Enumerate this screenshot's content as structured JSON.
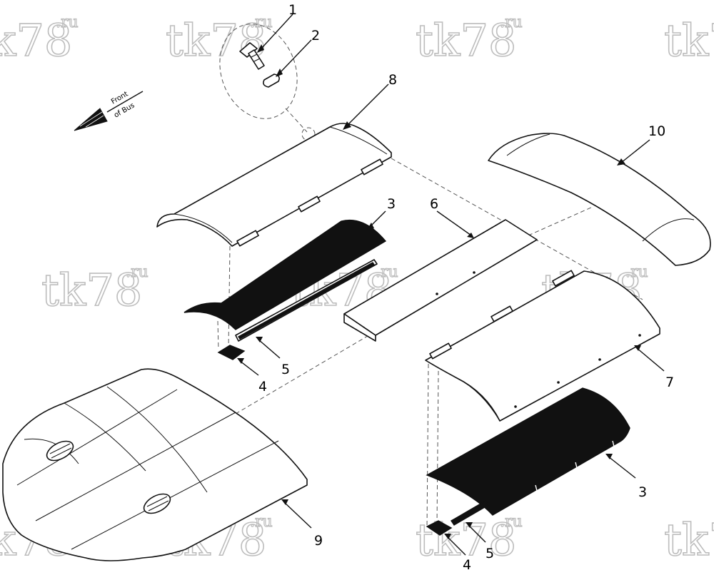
{
  "watermark": {
    "main": "tk78",
    "suffix": ".ru"
  },
  "front_indicator": {
    "line1": "Front",
    "line2": "of Bus"
  },
  "callouts": [
    {
      "id": "c1",
      "label": "1"
    },
    {
      "id": "c2",
      "label": "2"
    },
    {
      "id": "c8",
      "label": "8"
    },
    {
      "id": "c10",
      "label": "10"
    },
    {
      "id": "c3a",
      "label": "3"
    },
    {
      "id": "c6",
      "label": "6"
    },
    {
      "id": "c5a",
      "label": "5"
    },
    {
      "id": "c4a",
      "label": "4"
    },
    {
      "id": "c7",
      "label": "7"
    },
    {
      "id": "c3b",
      "label": "3"
    },
    {
      "id": "c9",
      "label": "9"
    },
    {
      "id": "c5b",
      "label": "5"
    },
    {
      "id": "c4b",
      "label": "4"
    }
  ]
}
